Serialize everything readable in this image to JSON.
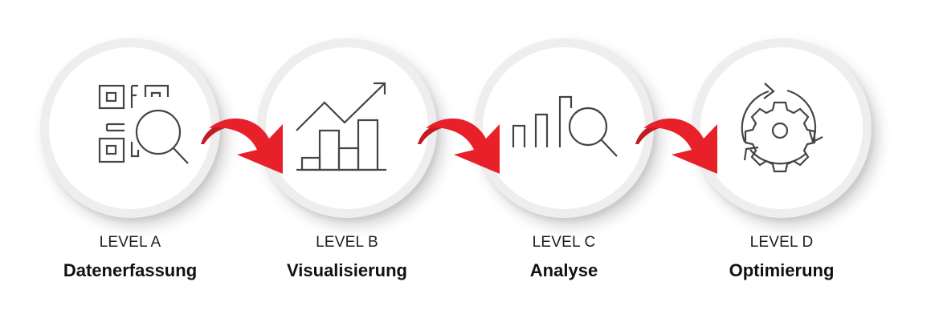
{
  "steps": [
    {
      "level": "LEVEL A",
      "title": "Datenerfassung",
      "icon": "qr-code-search-icon"
    },
    {
      "level": "LEVEL B",
      "title": "Visualisierung",
      "icon": "growth-bar-chart-icon"
    },
    {
      "level": "LEVEL C",
      "title": "Analyse",
      "icon": "bar-chart-magnifier-icon"
    },
    {
      "level": "LEVEL D",
      "title": "Optimierung",
      "icon": "gear-cycle-icon"
    }
  ],
  "colors": {
    "arrow": "#e8202a",
    "arrow_dark": "#c41a22",
    "ring": "#efeded",
    "icon_stroke": "#444444",
    "text": "#111111"
  },
  "arrows": [
    {
      "from": "LEVEL A",
      "to": "LEVEL B"
    },
    {
      "from": "LEVEL B",
      "to": "LEVEL C"
    },
    {
      "from": "LEVEL C",
      "to": "LEVEL D"
    }
  ]
}
